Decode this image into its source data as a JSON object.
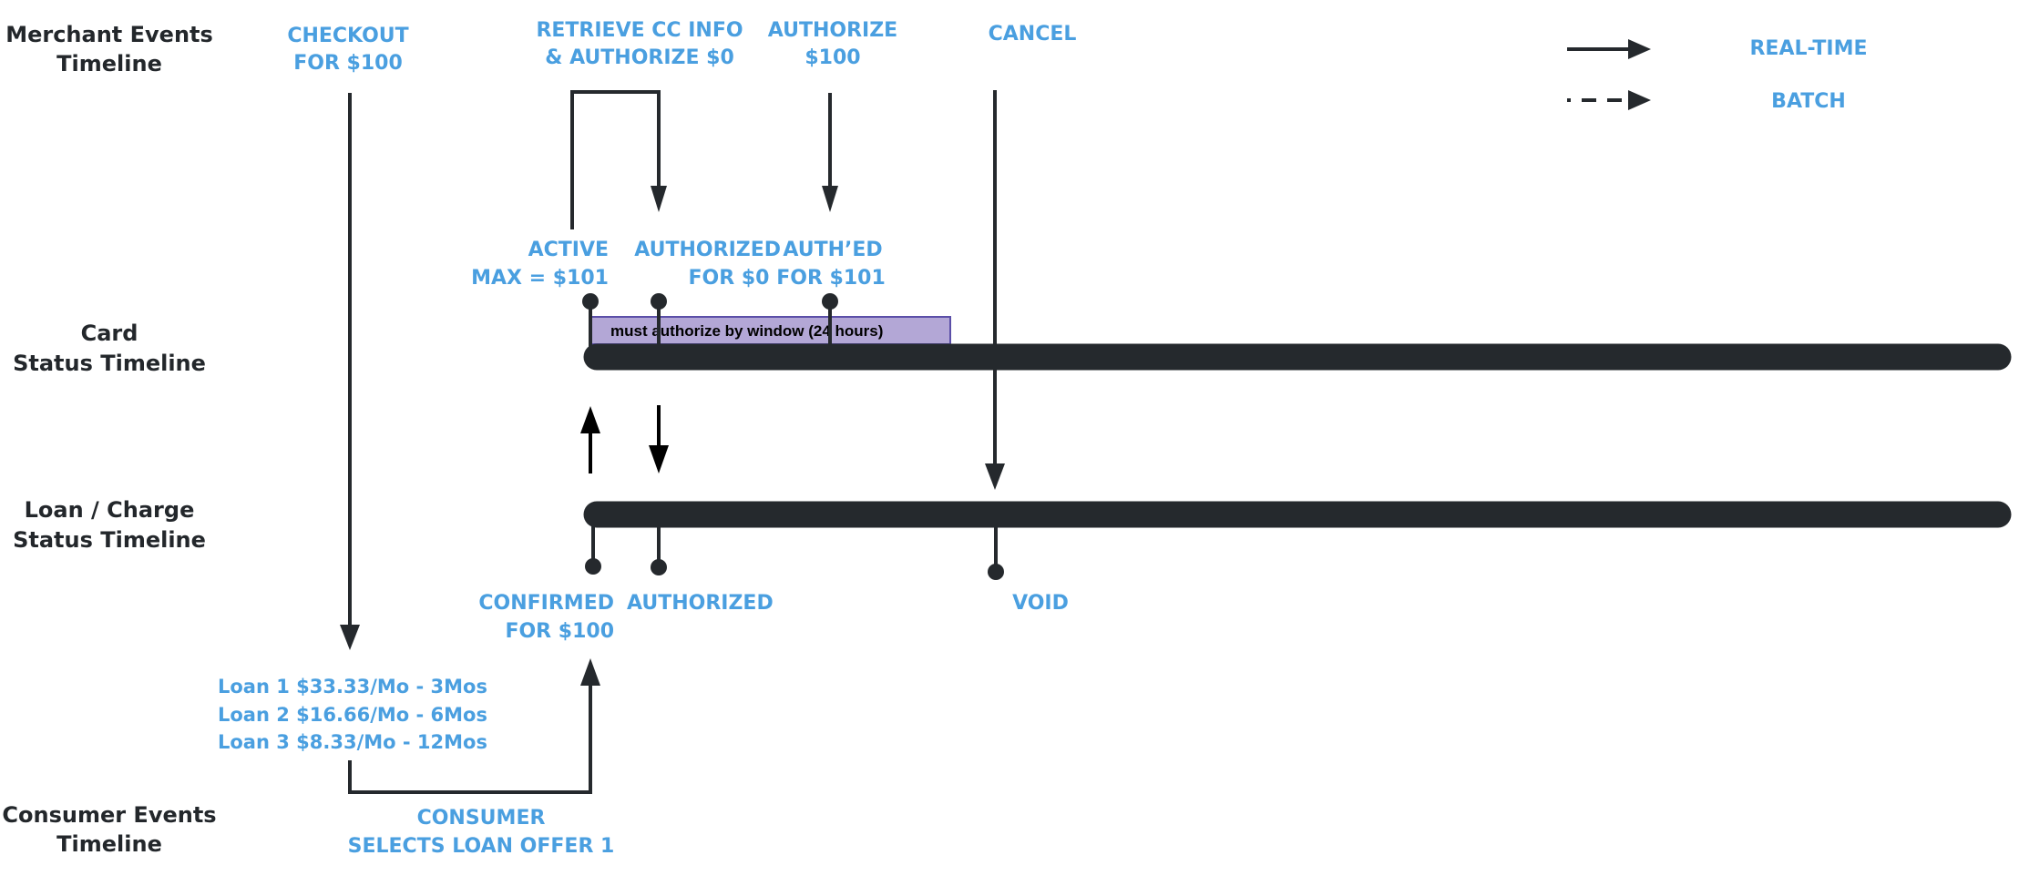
{
  "rows": {
    "merchant": [
      "Merchant Events",
      "Timeline"
    ],
    "card": [
      "Card",
      "Status Timeline"
    ],
    "loan": [
      "Loan / Charge",
      "Status Timeline"
    ],
    "consumer": [
      "Consumer Events",
      "Timeline"
    ]
  },
  "merchant_events": {
    "checkout": [
      "CHECKOUT",
      "FOR $100"
    ],
    "retrieve": [
      "RETRIEVE CC INFO",
      "& AUTHORIZE $0"
    ],
    "authorize": [
      "AUTHORIZE",
      "$100"
    ],
    "cancel": [
      "CANCEL"
    ]
  },
  "card_statuses": {
    "active": [
      "ACTIVE",
      "MAX = $101"
    ],
    "authorized": [
      "AUTHORIZED",
      "FOR $0"
    ],
    "authed": [
      "AUTH’ED",
      "FOR $101"
    ]
  },
  "auth_window": {
    "text": "must authorize by window (24 hours)",
    "fill_color": "#b3a7d6",
    "border_color": "#5b4fa8"
  },
  "loan_statuses": {
    "confirmed": [
      "CONFIRMED",
      "FOR $100"
    ],
    "authorized": [
      "AUTHORIZED"
    ],
    "void": [
      "VOID"
    ]
  },
  "loan_offers": [
    "Loan 1 $33.33/Mo - 3Mos",
    "Loan 2 $16.66/Mo - 6Mos",
    "Loan 3 $8.33/Mo - 12Mos"
  ],
  "consumer_events": {
    "select": [
      "CONSUMER",
      "SELECTS LOAN OFFER 1"
    ]
  },
  "legend": [
    {
      "style": "solid",
      "label": "REAL-TIME"
    },
    {
      "style": "dashed",
      "label": "BATCH"
    }
  ],
  "colors": {
    "event_text": "#4a9fe0",
    "row_text": "#23272b",
    "line": "#25292d"
  }
}
